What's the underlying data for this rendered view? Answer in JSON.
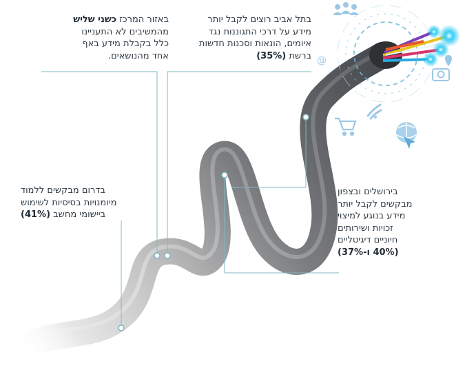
{
  "callouts": {
    "center": {
      "line1_pre": "באזור המרכז ",
      "line1_bold": "כשני שליש",
      "line2": "מהמשיבים לא התעניינו",
      "line3": "כלל בקבלת מידע באף",
      "line4": "אחד מהנושאים."
    },
    "tel_aviv": {
      "line1": "בתל אביב רוצים לקבל יותר",
      "line2": "מידע על דרכי התגוננות נגד",
      "line3": "איומים, הונאות וסכנות חדשות",
      "line4_pre": "ברשת ",
      "line4_bold": "(35%)"
    },
    "south": {
      "line1": "בדרום מבקשים ללמוד",
      "line2": "מיומנויות בסיסיות לשימוש",
      "line3_pre": "ביישומי מחשב ",
      "line3_bold": "(41%)"
    },
    "jerusalem": {
      "line1": "בירושלים ובצפון",
      "line2": "מבקשים לקבל יותר",
      "line3": "מידע בנוגע למיצוי",
      "line4": "זכויות ושירותים",
      "line5": "חיוניים דיגיטליים",
      "line6_bold": "(40% ו-37%)"
    }
  },
  "colors": {
    "connector": "#7fb8c0",
    "cable_dark": "#505357",
    "cable_light": "#e4e4e4",
    "glow": "#1fc2ef",
    "text": "#2f3a44"
  },
  "icons": [
    "people-icon",
    "at-sign-icon",
    "camera-icon",
    "shopping-cart-icon",
    "wifi-icon",
    "globe-cursor-icon",
    "map-pin-icon"
  ]
}
